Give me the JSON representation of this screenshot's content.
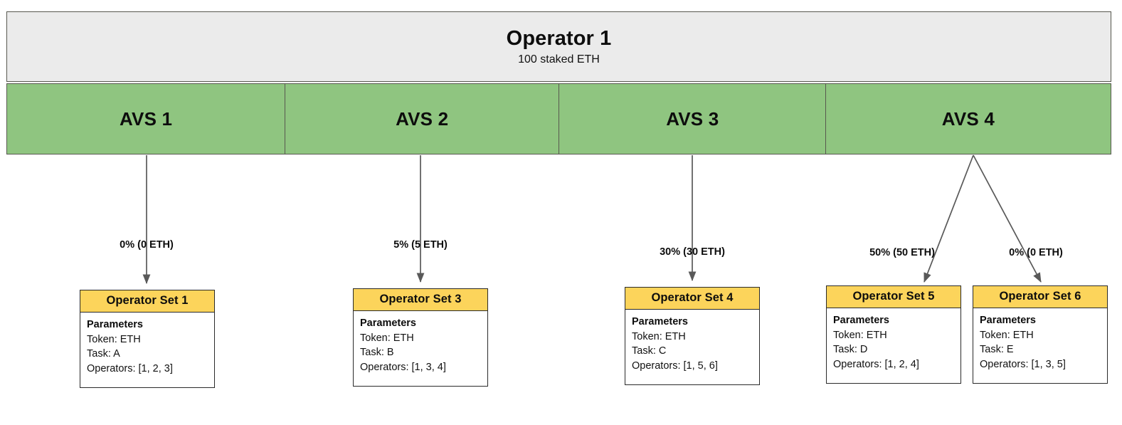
{
  "operator": {
    "title": "Operator 1",
    "subtitle": "100 staked ETH"
  },
  "avs_row": [
    {
      "label": "AVS 1"
    },
    {
      "label": "AVS 2"
    },
    {
      "label": "AVS 3"
    },
    {
      "label": "AVS 4"
    }
  ],
  "allocations": [
    {
      "label": "0% (0 ETH)",
      "from": "AVS 1",
      "to": "Operator Set 1"
    },
    {
      "label": "5% (5 ETH)",
      "from": "AVS 2",
      "to": "Operator Set 3"
    },
    {
      "label": "30% (30 ETH)",
      "from": "AVS 3",
      "to": "Operator Set 4"
    },
    {
      "label": "50% (50 ETH)",
      "from": "AVS 4",
      "to": "Operator Set 5"
    },
    {
      "label": "0% (0 ETH)",
      "from": "AVS 4",
      "to": "Operator Set 6"
    }
  ],
  "operator_sets": [
    {
      "title": "Operator Set 1",
      "params_title": "Parameters",
      "token": "Token: ETH",
      "task": "Task: A",
      "operators": "Operators: [1, 2, 3]"
    },
    {
      "title": "Operator Set 3",
      "params_title": "Parameters",
      "token": "Token: ETH",
      "task": "Task: B",
      "operators": "Operators: [1, 3, 4]"
    },
    {
      "title": "Operator Set 4",
      "params_title": "Parameters",
      "token": "Token: ETH",
      "task": "Task: C",
      "operators": "Operators: [1, 5, 6]"
    },
    {
      "title": "Operator Set 5",
      "params_title": "Parameters",
      "token": "Token: ETH",
      "task": "Task: D",
      "operators": "Operators: [1, 2, 4]"
    },
    {
      "title": "Operator Set 6",
      "params_title": "Parameters",
      "token": "Token: ETH",
      "task": "Task: E",
      "operators": "Operators: [1, 3, 5]"
    }
  ],
  "colors": {
    "operator_fill": "#ebebeb",
    "avs_fill": "#8fc580",
    "opset_header_fill": "#fcd45b",
    "border": "#57584f",
    "arrow": "#595959"
  }
}
